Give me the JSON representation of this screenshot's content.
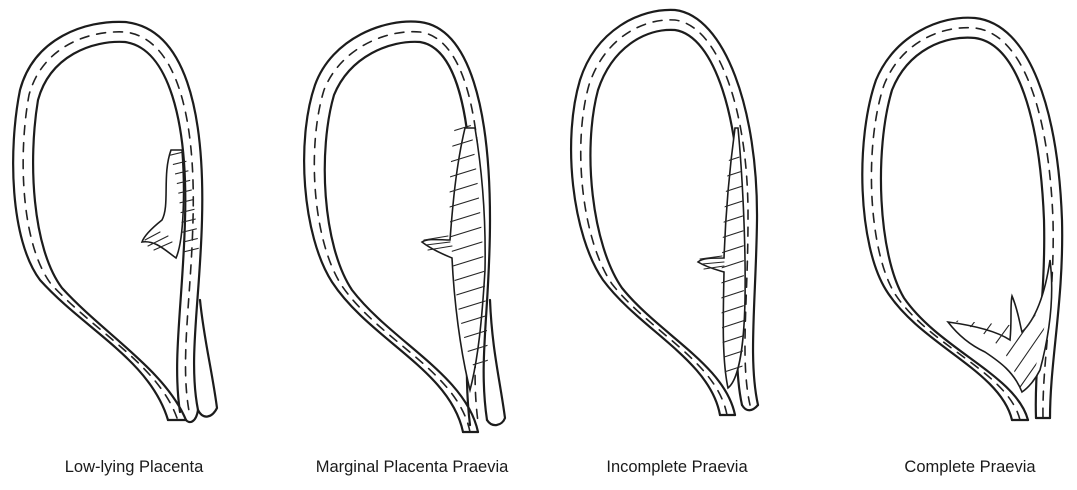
{
  "figures": [
    {
      "caption": "Low-lying Placenta"
    },
    {
      "caption": "Marginal Placenta Praevia"
    },
    {
      "caption": "Incomplete Praevia"
    },
    {
      "caption": "Complete Praevia"
    }
  ]
}
